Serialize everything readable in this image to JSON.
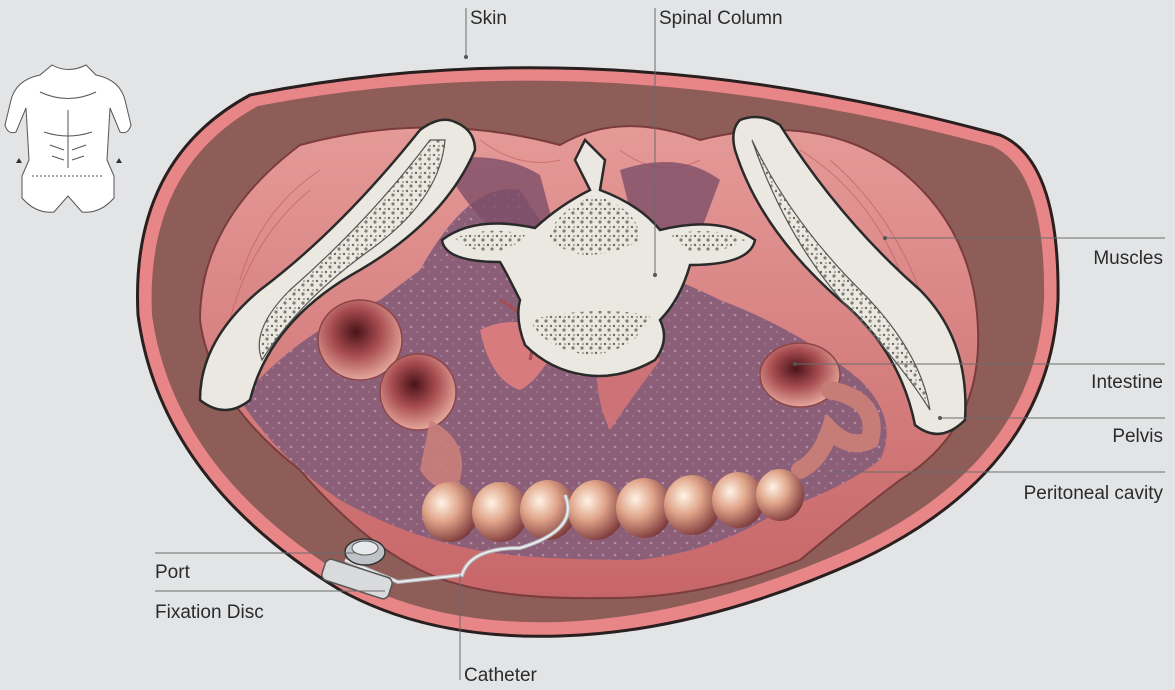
{
  "labels": {
    "skin": "Skin",
    "spinal_column": "Spinal Column",
    "muscles": "Muscles",
    "intestine": "Intestine",
    "pelvis": "Pelvis",
    "peritoneal_cavity": "Peritoneal cavity",
    "port": "Port",
    "fixation_disc": "Fixation Disc",
    "catheter": "Catheter"
  },
  "colors": {
    "background": "#e3e4e6",
    "skin": "#e77d80",
    "muscle": "#d9797a",
    "fat": "#8b5a55",
    "cavity": "#8b5e79",
    "bone": "#eae8e0",
    "bone_marrow": "#9a9888",
    "intestine": "#d98b7a",
    "leader_line": "#6b6b6b"
  }
}
